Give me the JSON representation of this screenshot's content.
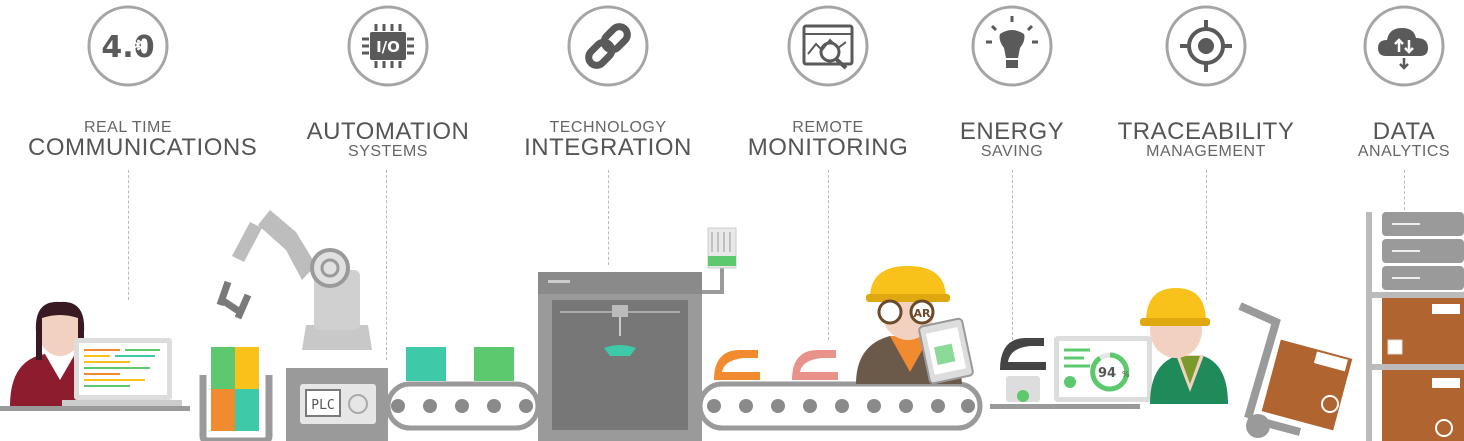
{
  "features": [
    {
      "small_top": "REAL TIME",
      "large": "COMMUNICATIONS",
      "small_bottom": "",
      "icon": "bluetooth-4-0-icon",
      "badge": "4.0"
    },
    {
      "small_top": "",
      "large": "AUTOMATION",
      "small_bottom": "SYSTEMS",
      "icon": "chip-io-icon",
      "badge": "I/O"
    },
    {
      "small_top": "TECHNOLOGY",
      "large": "INTEGRATION",
      "small_bottom": "",
      "icon": "link-chain-icon",
      "badge": ""
    },
    {
      "small_top": "REMOTE",
      "large": "MONITORING",
      "small_bottom": "",
      "icon": "monitor-chart-icon",
      "badge": ""
    },
    {
      "small_top": "",
      "large": "ENERGY",
      "small_bottom": "SAVING",
      "icon": "light-bulb-icon",
      "badge": ""
    },
    {
      "small_top": "",
      "large": "TRACEABILITY",
      "small_bottom": "MANAGEMENT",
      "icon": "target-icon",
      "badge": ""
    },
    {
      "small_top": "",
      "large": "DATA",
      "small_bottom": "ANALYTICS",
      "icon": "cloud-sync-icon",
      "badge": ""
    }
  ],
  "scene": {
    "plc_label": "PLC",
    "ar_label": "AR",
    "gauge_value": "94",
    "gauge_unit": "%"
  },
  "colors": {
    "icon_ring": "#a5a5a5",
    "icon_fill": "#5a5a5a",
    "text_dark": "#555555",
    "conveyor": "#9a9a9a",
    "accent_green": "#5cc96e",
    "accent_teal": "#3ec9a8",
    "accent_orange": "#f28a2f",
    "accent_salmon": "#e8928a",
    "helmet_yellow": "#f9c21a",
    "box_brown": "#b0642f",
    "worker_maroon": "#8c1c2e",
    "worker_green": "#1f8a5a"
  }
}
